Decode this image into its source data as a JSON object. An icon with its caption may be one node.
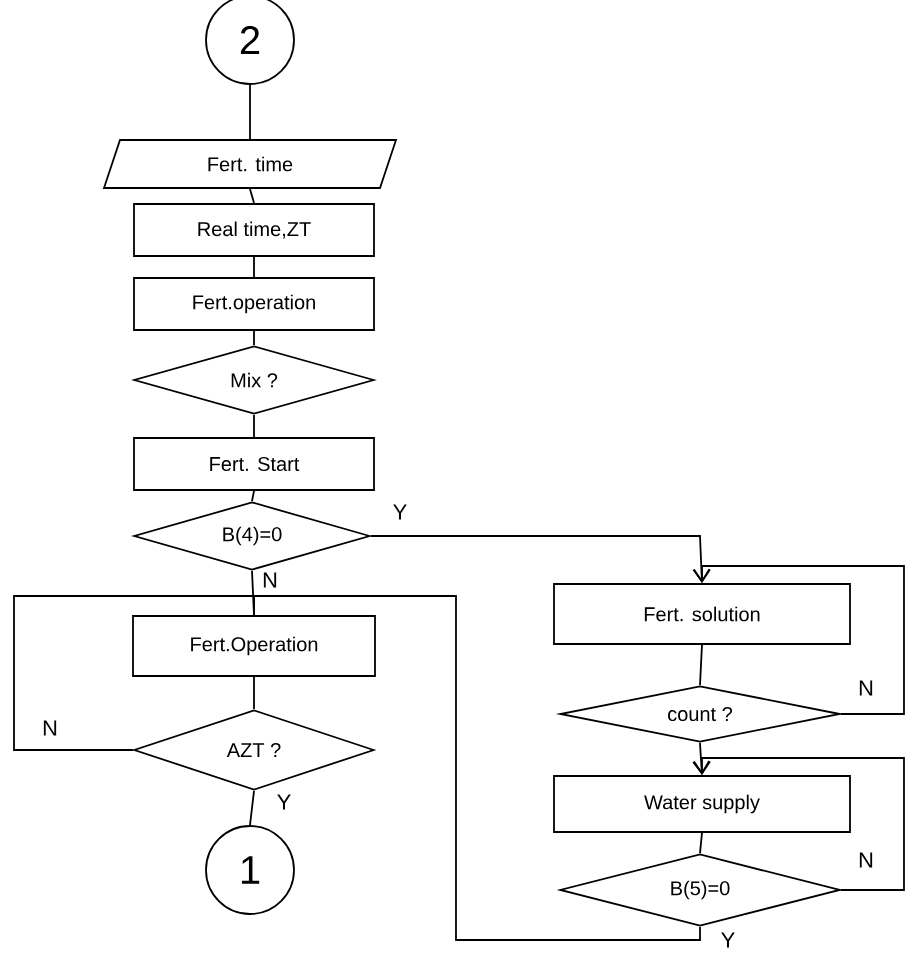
{
  "diagram": {
    "nodes": [
      {
        "text": [
          "2"
        ]
      },
      {
        "text": [
          "Fert. time"
        ]
      },
      {
        "text": [
          "Real time,ZT"
        ]
      },
      {
        "text": [
          "Fert.operation"
        ]
      },
      {
        "text": [
          "Mix ?"
        ]
      },
      {
        "text": [
          "Fert. Start"
        ]
      },
      {
        "text": [
          "B(4)=0"
        ]
      },
      {
        "text": [
          "Fert.Operation"
        ]
      },
      {
        "text": [
          "AZT ?"
        ]
      },
      {
        "text": [
          "1"
        ]
      },
      {
        "text": [
          "Fert. solution"
        ]
      },
      {
        "text": [
          "count ?"
        ]
      },
      {
        "text": [
          "Water supply"
        ]
      },
      {
        "text": [
          "B(5)=0"
        ]
      }
    ],
    "edges": [
      {
        "from": 0,
        "to": 1,
        "arrow": "none"
      },
      {
        "from": 1,
        "to": 2,
        "arrow": "none"
      },
      {
        "from": 2,
        "to": 3,
        "arrow": "none"
      },
      {
        "from": 3,
        "to": 4,
        "arrow": "none"
      },
      {
        "from": 4,
        "to": 5,
        "arrow": "none"
      },
      {
        "from": 5,
        "to": 6,
        "arrow": "none"
      },
      {
        "from": 6,
        "to": 10,
        "arrow": "to",
        "label": "Y"
      },
      {
        "from": 6,
        "to": 7,
        "arrow": "none",
        "label": "N"
      },
      {
        "from": 7,
        "to": 8,
        "arrow": "none"
      },
      {
        "from": 8,
        "to": 9,
        "arrow": "none",
        "label": "Y"
      },
      {
        "from": 8,
        "to": 7,
        "arrow": "none",
        "label": "N"
      },
      {
        "from": 10,
        "to": 11,
        "arrow": "none"
      },
      {
        "from": 11,
        "to": 10,
        "arrow": "to",
        "label": "N"
      },
      {
        "from": 11,
        "to": 12,
        "arrow": "to"
      },
      {
        "from": 12,
        "to": 13,
        "arrow": "none"
      },
      {
        "from": 13,
        "to": 12,
        "arrow": "to",
        "label": "N"
      },
      {
        "from": 13,
        "to": 7,
        "arrow": "none",
        "label": "Y"
      }
    ]
  }
}
